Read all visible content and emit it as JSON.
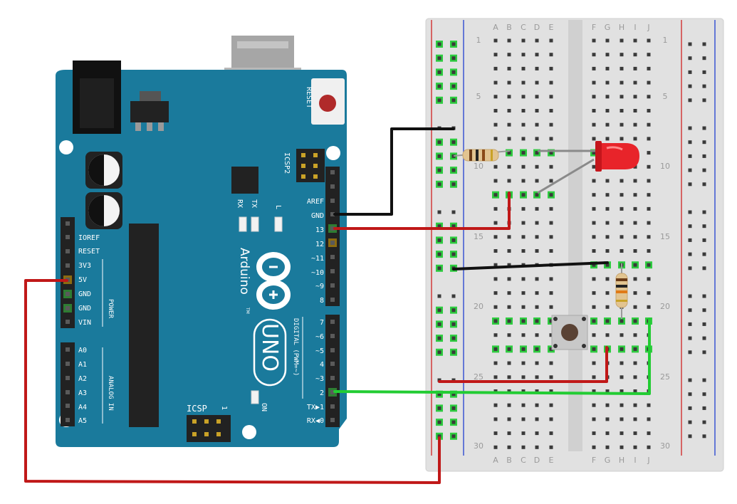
{
  "colors": {
    "board": "#1a7a9c",
    "breadboard": "#e3e3e3",
    "hole_green": "#2ecc40",
    "wire_black": "#111111",
    "wire_red": "#c01818",
    "wire_green": "#22cc33",
    "led": "#e8242a",
    "rail_red": "#d23a3a",
    "rail_blue": "#3a55d2"
  },
  "breadboard": {
    "left_letters": [
      "A",
      "B",
      "C",
      "D",
      "E"
    ],
    "right_letters": [
      "F",
      "G",
      "H",
      "I",
      "J"
    ],
    "row_numbers": [
      "1",
      "5",
      "10",
      "15",
      "20",
      "25",
      "30"
    ]
  },
  "arduino": {
    "reset_label": "RESET",
    "icsp2_label": "ICSP2",
    "icsp_label": "ICSP",
    "icsp_pin1": "1",
    "rx_label": "RX",
    "tx_label": "TX",
    "l_label": "L",
    "on_label": "ON",
    "brand": "Arduino",
    "tm": "TM",
    "model": "UNO",
    "digital_label": "DIGITAL (PWM=~)",
    "power_label": "POWER",
    "analog_label": "ANALOG IN",
    "power_pins": [
      "IOREF",
      "RESET",
      "3V3",
      "5V",
      "GND",
      "GND",
      "VIN"
    ],
    "analog_pins": [
      "A0",
      "A1",
      "A2",
      "A3",
      "A4",
      "A5"
    ],
    "digital_top_pins": [
      "AREF",
      "GND",
      "13",
      "12",
      "~11",
      "~10",
      "~9",
      "8"
    ],
    "digital_bottom_pins": [
      "7",
      "~6",
      "~5",
      "4",
      "~3",
      "2",
      "TX▶1",
      "RX◀0"
    ]
  }
}
